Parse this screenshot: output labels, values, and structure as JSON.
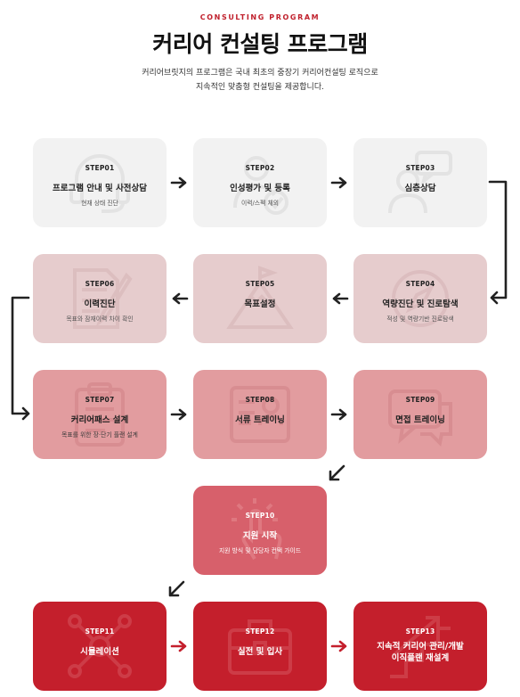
{
  "header": {
    "eyebrow": "CONSULTING PROGRAM",
    "title": "커리어 컨설팅 프로그램",
    "desc_line1": "커리어브릿지의 프로그램은 국내 최초의 중장기 커리어컨설팅 로직으로",
    "desc_line2": "지속적인 맞춤형 컨설팅을 제공합니다."
  },
  "steps": [
    {
      "step": "STEP01",
      "name": "프로그램 안내 및 사전상담",
      "sub": "현재 상태 진단",
      "icon": "headset-icon"
    },
    {
      "step": "STEP02",
      "name": "인성평가 및 등록",
      "sub": "이력/스펙 체외",
      "icon": "person-check-icon"
    },
    {
      "step": "STEP03",
      "name": "심층상담",
      "sub": "",
      "icon": "chat-person-icon"
    },
    {
      "step": "STEP04",
      "name": "역량진단 및 진로탐색",
      "sub": "적성 및 역량기반 진로탐색",
      "icon": "compass-icon"
    },
    {
      "step": "STEP05",
      "name": "목표설정",
      "sub": "",
      "icon": "mountain-flag-icon"
    },
    {
      "step": "STEP06",
      "name": "이력진단",
      "sub": "목표와 잠재이력 차이 확인",
      "icon": "document-pen-icon"
    },
    {
      "step": "STEP07",
      "name": "커리어패스 설계",
      "sub": "목표를 위한 장·단기 플랜 설계",
      "icon": "clipboard-icon"
    },
    {
      "step": "STEP08",
      "name": "서류 트레이닝",
      "sub": "",
      "icon": "resume-icon"
    },
    {
      "step": "STEP09",
      "name": "면접 트레이닝",
      "sub": "",
      "icon": "speech-bubble-icon"
    },
    {
      "step": "STEP10",
      "name": "지원 시작",
      "sub": "지원 방식 및 담당자 컨택 가이드",
      "icon": "hand-pointer-icon"
    },
    {
      "step": "STEP11",
      "name": "시뮬레이션",
      "sub": "",
      "icon": "network-icon"
    },
    {
      "step": "STEP12",
      "name": "실전 및 입사",
      "sub": "",
      "icon": "briefcase-icon"
    },
    {
      "step": "STEP13",
      "name_line1": "지속적 커리어 관리/개발",
      "name_line2": "이직플랜 재설계",
      "sub": "",
      "icon": "growth-arrow-icon"
    }
  ],
  "colors": {
    "accent": "#c41f2c",
    "row1": "#f2f2f2",
    "row2": "#e6cccd",
    "row3": "#e29c9f",
    "row4": "#d7606b",
    "row5": "#c41f2c",
    "arrow_dark": "#222222",
    "arrow_red": "#c41f2c"
  }
}
